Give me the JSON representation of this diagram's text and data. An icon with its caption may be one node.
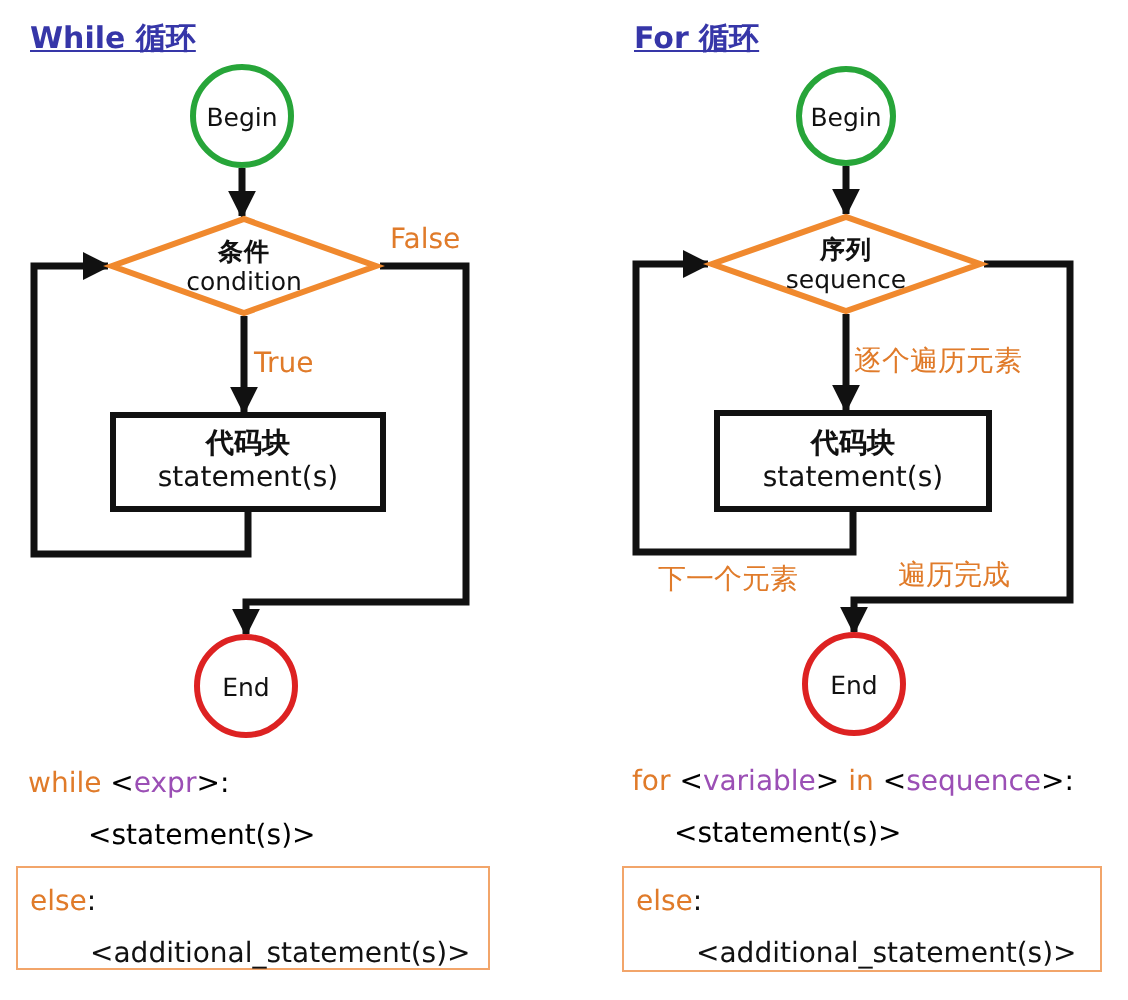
{
  "diagram": {
    "nodes": [
      {
        "text": [
          "Begin"
        ]
      },
      {
        "text": [
          "条件",
          "condition"
        ]
      },
      {
        "text": [
          "代码块",
          "statement(s)"
        ]
      },
      {
        "text": [
          "End"
        ]
      },
      {
        "text": [
          "Begin"
        ]
      },
      {
        "text": [
          "序列",
          "sequence"
        ]
      },
      {
        "text": [
          "代码块",
          "statement(s)"
        ]
      },
      {
        "text": [
          "End"
        ]
      },
      {
        "text": [
          "else:",
          "<additional_statement(s)>"
        ]
      },
      {
        "text": [
          "else:",
          "<additional_statement(s)>"
        ]
      }
    ],
    "edges": [
      {
        "from": 0,
        "to": 1,
        "arrow": "to"
      },
      {
        "from": 1,
        "to": 2,
        "arrow": "to",
        "label": "True"
      },
      {
        "from": 2,
        "to": 1,
        "arrow": "to"
      },
      {
        "from": 1,
        "to": 3,
        "arrow": "to",
        "label": "False"
      },
      {
        "from": 4,
        "to": 5,
        "arrow": "to"
      },
      {
        "from": 5,
        "to": 6,
        "arrow": "to",
        "label": "逐个遍历元素"
      },
      {
        "from": 6,
        "to": 5,
        "arrow": "to",
        "label": "下一个元素"
      },
      {
        "from": 5,
        "to": 7,
        "arrow": "to",
        "label": "遍历完成"
      }
    ],
    "labels": [
      "While 循环",
      "For 循环",
      "while <expr>:",
      "<statement(s)>",
      "for <variable> in <sequence>:",
      "<statement(s)>"
    ]
  }
}
